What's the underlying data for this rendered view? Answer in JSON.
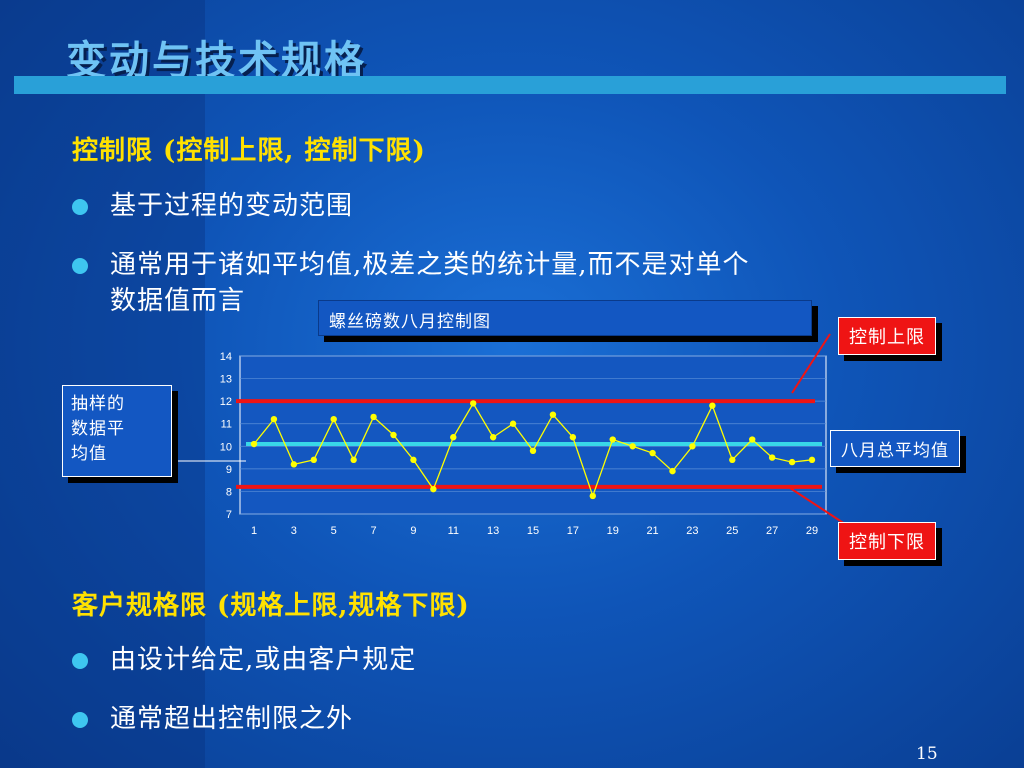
{
  "title": "变动与技术规格",
  "section1": {
    "heading": "控制限 (控制上限, 控制下限)",
    "bullets": [
      "基于过程的变动范围",
      "通常用于诸如平均值,极差之类的统计量,而不是对单个",
      "数据值而言"
    ]
  },
  "section2": {
    "heading": "客户规格限 (规格上限,规格下限)",
    "bullets": [
      "由设计给定,或由客户规定",
      "通常超出控制限之外"
    ]
  },
  "callouts": {
    "chart_title": "螺丝磅数八月控制图",
    "ucl": "控制上限",
    "lcl": "控制下限",
    "grand_mean": "八月总平均值",
    "sample_mean": [
      "抽样的",
      "数据平",
      "均值"
    ]
  },
  "page_number": "15",
  "colors": {
    "heading": "#ffe100",
    "title": "#6fc3f4",
    "limit_line": "#ef1414",
    "mean_line": "#38d8e8",
    "series": "#ffff00"
  },
  "chart_data": {
    "type": "line",
    "title": "螺丝磅数八月控制图",
    "x": [
      1,
      2,
      3,
      4,
      5,
      6,
      7,
      8,
      9,
      10,
      11,
      12,
      13,
      14,
      15,
      16,
      17,
      18,
      19,
      20,
      21,
      22,
      23,
      24,
      25,
      26,
      27,
      28,
      29
    ],
    "x_tick_labels": [
      "1",
      "3",
      "5",
      "7",
      "9",
      "11",
      "13",
      "15",
      "17",
      "19",
      "21",
      "23",
      "25",
      "27",
      "29"
    ],
    "series": [
      {
        "values": [
          10.1,
          11.2,
          9.2,
          9.4,
          11.2,
          9.4,
          11.3,
          10.5,
          9.4,
          8.1,
          10.4,
          11.9,
          10.4,
          11.0,
          9.8,
          11.4,
          10.4,
          7.8,
          10.3,
          10.0,
          9.7,
          8.9,
          10.0,
          11.8,
          9.4,
          10.3,
          9.5,
          9.3,
          9.4
        ]
      }
    ],
    "ucl": 12.0,
    "lcl": 8.2,
    "grand_mean": 10.1,
    "ylim": [
      7,
      14
    ],
    "y_ticks": [
      7,
      8,
      9,
      10,
      11,
      12,
      13,
      14
    ],
    "grid": true
  }
}
